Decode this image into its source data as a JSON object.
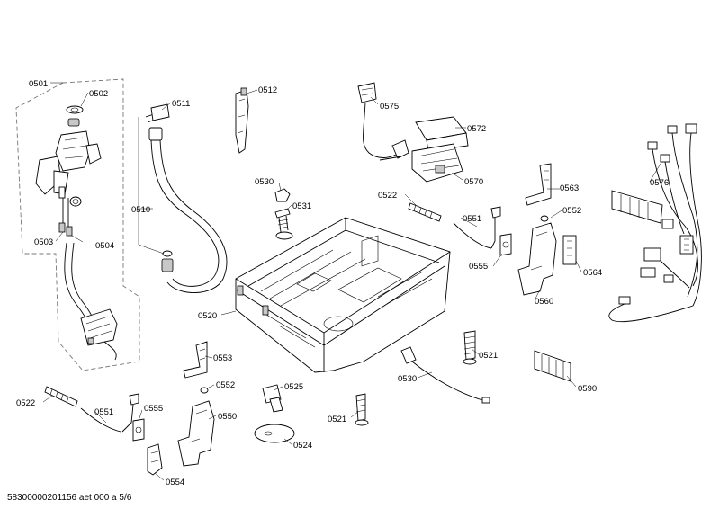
{
  "callouts": {
    "c0501": "0501",
    "c0502": "0502",
    "c0503": "0503",
    "c0504": "0504",
    "c0510": "0510",
    "c0511": "0511",
    "c0512": "0512",
    "c0575": "0575",
    "c0572": "0572",
    "c0570": "0570",
    "c0576": "0576",
    "c0530a": "0530",
    "c0531": "0531",
    "c0522a": "0522",
    "c0551a": "0551",
    "c0563": "0563",
    "c0552a": "0552",
    "c0555a": "0555",
    "c0564": "0564",
    "c0560": "0560",
    "c0520": "0520",
    "c0521a": "0521",
    "c0553": "0553",
    "c0552b": "0552",
    "c0525": "0525",
    "c0530b": "0530",
    "c0590": "0590",
    "c0522b": "0522",
    "c0551b": "0551",
    "c0555b": "0555",
    "c0550": "0550",
    "c0521b": "0521",
    "c0524": "0524",
    "c0554": "0554"
  },
  "footer": {
    "doc_id": "58300000201156 aet 000 a 5/6"
  }
}
